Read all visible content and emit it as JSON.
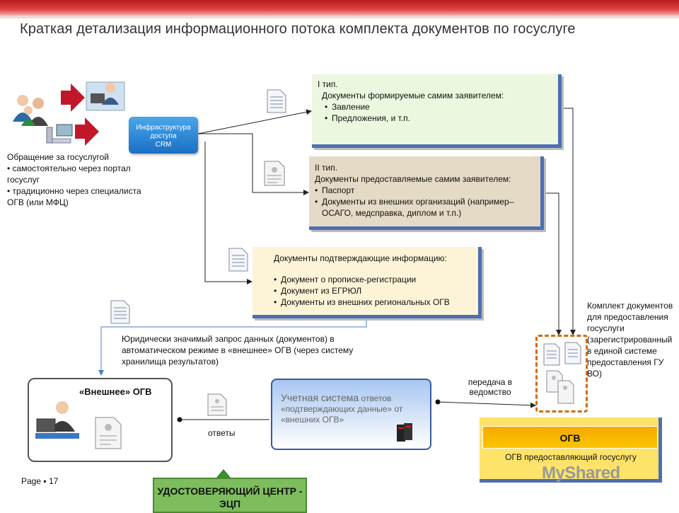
{
  "title": "Краткая детализация информационного потока комплекта документов по госуслуге",
  "infra": {
    "lines": [
      "Инфраструктура",
      "доступа",
      "CRM"
    ]
  },
  "left_text": {
    "heading": "Обращение за госуслугой",
    "items": [
      "самостоятельно через портал госуслуг",
      "традиционно через специалиста ОГВ (или МФЦ)"
    ]
  },
  "type1": {
    "line1": "I тип.",
    "line2": "Документы формируемые самим заявителем:",
    "items": [
      "Завление",
      "Предложения, и т.п."
    ]
  },
  "type2": {
    "line1": "II тип.",
    "line2": "Документы предоставляемые самим заявителем:",
    "items": [
      "Паспорт",
      "Документы из внешних организаций (например– ОСАГО, медсправка, диплом и т.п.)"
    ]
  },
  "type3": {
    "heading": "Документы подтверждающие информацию:",
    "items": [
      "Документ о прописке-регистрации",
      "Документ из ЕГРЮЛ",
      "Документы из внешних региональных ОГВ"
    ]
  },
  "legal_request": "Юридически значимый запрос данных (документов) в автоматическом режиме в «внешнее» ОГВ (через систему хранилища результатов)",
  "external_ogv": "«Внешнее» ОГВ",
  "answers_label": "ответы",
  "accounting": {
    "big": "Учетная система",
    "small": "ответов «подтверждающих данные» от «внешних ОГВ»"
  },
  "transfer_label": "передача в ведомство",
  "package_text": "Комплект документов для предоставления госуслуги (зарегистрированный в единой системе предоставления ГУ ВО)",
  "ogv": {
    "title": "ОГВ",
    "subtitle": "ОГВ предоставляющий госуслугу"
  },
  "certification": "УДОСТОВЕРЯЮЩИЙ ЦЕНТР - ЭЦП",
  "page": "Page ▪ 17",
  "watermark": "MyShared",
  "colors": {
    "accent_red": "#c62828",
    "connector_blue": "#4d6fb1",
    "orange": "#d26c0d"
  }
}
